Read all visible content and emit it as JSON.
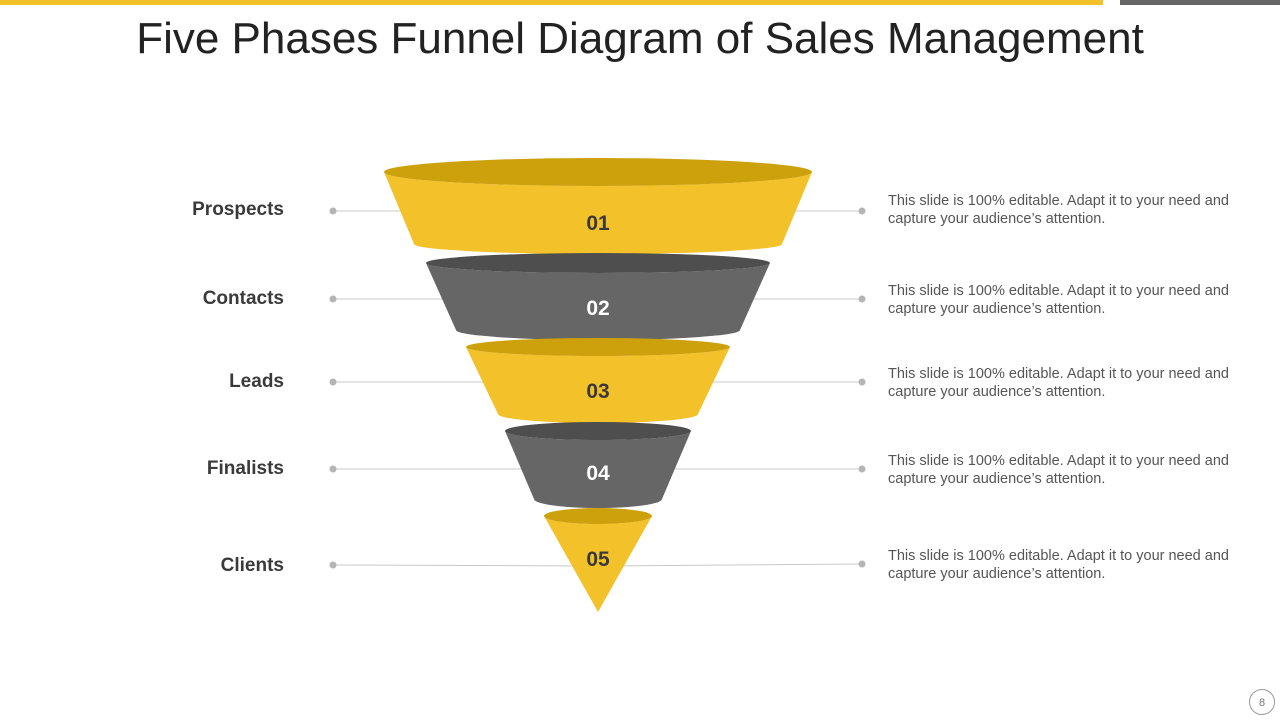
{
  "title": "Five Phases Funnel Diagram of Sales Management",
  "colors": {
    "yellow": "#F3C12A",
    "yellow_dark": "#CDA10C",
    "gray": "#666666",
    "gray_dark": "#4E4E4E",
    "connector": "#C8C8C8",
    "dot": "#B5B5B5"
  },
  "stages": [
    {
      "number": "01",
      "label": "Prospects",
      "description": "This slide is 100% editable. Adapt it to your need and capture your audience’s attention."
    },
    {
      "number": "02",
      "label": "Contacts",
      "description": "This slide is 100% editable. Adapt it to your need and capture your audience’s attention."
    },
    {
      "number": "03",
      "label": "Leads",
      "description": "This slide is 100% editable. Adapt it to your need and capture your audience’s attention."
    },
    {
      "number": "04",
      "label": "Finalists",
      "description": "This slide is 100% editable. Adapt it to your need and capture your audience’s attention."
    },
    {
      "number": "05",
      "label": "Clients",
      "description": "This slide is 100% editable. Adapt it to your need and capture your audience’s attention."
    }
  ],
  "page_number": "8"
}
